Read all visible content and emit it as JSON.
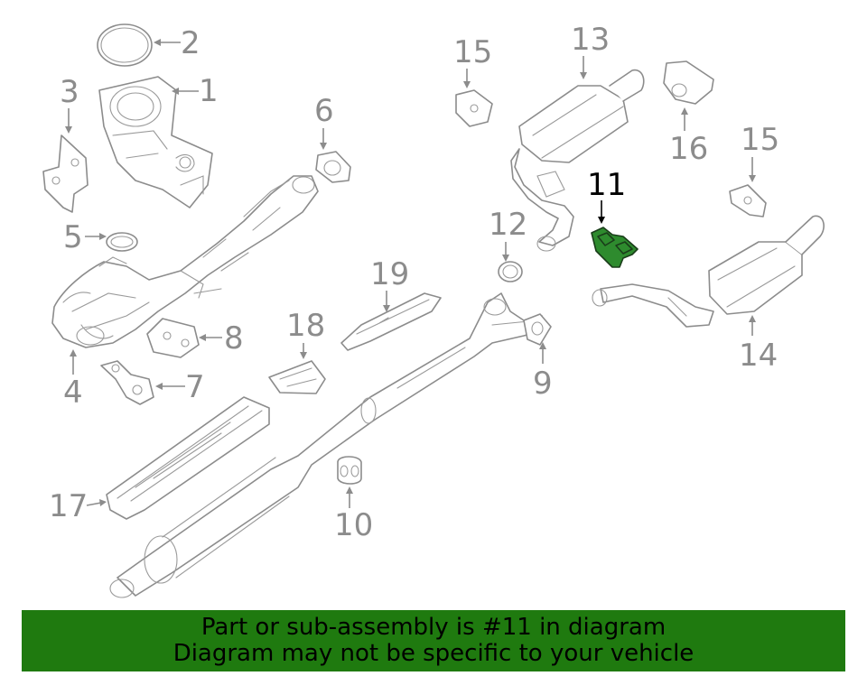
{
  "diagram": {
    "highlighted_part": "11",
    "callouts": [
      {
        "id": "1",
        "label": "1"
      },
      {
        "id": "2",
        "label": "2"
      },
      {
        "id": "3",
        "label": "3"
      },
      {
        "id": "4",
        "label": "4"
      },
      {
        "id": "5",
        "label": "5"
      },
      {
        "id": "6",
        "label": "6"
      },
      {
        "id": "7",
        "label": "7"
      },
      {
        "id": "8",
        "label": "8"
      },
      {
        "id": "9",
        "label": "9"
      },
      {
        "id": "10",
        "label": "10"
      },
      {
        "id": "11",
        "label": "11"
      },
      {
        "id": "12",
        "label": "12"
      },
      {
        "id": "13",
        "label": "13"
      },
      {
        "id": "14",
        "label": "14"
      },
      {
        "id": "15a",
        "label": "15"
      },
      {
        "id": "15b",
        "label": "15"
      },
      {
        "id": "16",
        "label": "16"
      },
      {
        "id": "17",
        "label": "17"
      },
      {
        "id": "18",
        "label": "18"
      },
      {
        "id": "19",
        "label": "19"
      }
    ]
  },
  "banner": {
    "line1": "Part or sub-assembly is #11 in diagram",
    "line2": "Diagram may not be specific to your vehicle",
    "background": "#1f7a0f"
  }
}
